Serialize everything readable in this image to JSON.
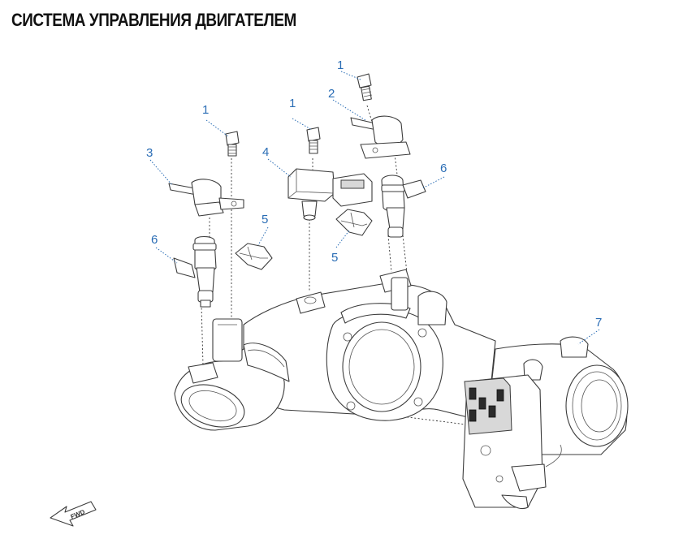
{
  "title": "СИСТЕМА УПРАВЛЕНИЯ ДВИГАТЕЛЕМ",
  "callouts": [
    {
      "label": "1"
    },
    {
      "label": "2"
    },
    {
      "label": "1"
    },
    {
      "label": "1"
    },
    {
      "label": "3"
    },
    {
      "label": "4"
    },
    {
      "label": "6"
    },
    {
      "label": "5"
    },
    {
      "label": "5"
    },
    {
      "label": "6"
    },
    {
      "label": "7"
    }
  ],
  "fwd_label": "FWD",
  "colors": {
    "callout": "#2a6db5",
    "line": "#3c3c3c"
  }
}
